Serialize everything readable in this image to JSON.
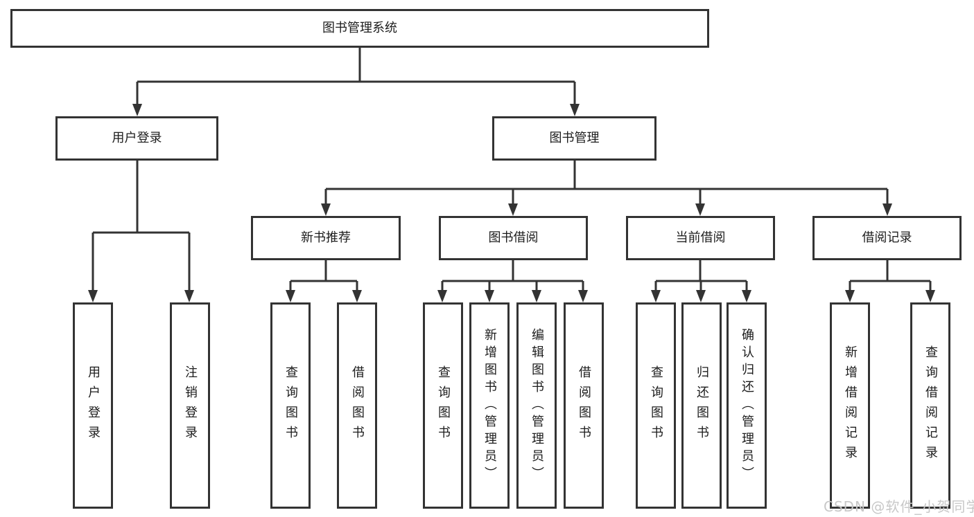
{
  "tree": {
    "root": {
      "label": "图书管理系统",
      "children": [
        {
          "label": "用户登录",
          "children": [
            {
              "label": "用户登录"
            },
            {
              "label": "注销登录"
            }
          ]
        },
        {
          "label": "图书管理",
          "children": [
            {
              "label": "新书推荐",
              "children": [
                {
                  "label": "查询图书"
                },
                {
                  "label": "借阅图书"
                }
              ]
            },
            {
              "label": "图书借阅",
              "children": [
                {
                  "label": "查询图书"
                },
                {
                  "label": "新增图书（管理员）"
                },
                {
                  "label": "编辑图书（管理员）"
                },
                {
                  "label": "借阅图书"
                }
              ]
            },
            {
              "label": "当前借阅",
              "children": [
                {
                  "label": "查询图书"
                },
                {
                  "label": "归还图书"
                },
                {
                  "label": "确认归还（管理员）"
                }
              ]
            },
            {
              "label": "借阅记录",
              "children": [
                {
                  "label": "新增借阅记录"
                },
                {
                  "label": "查询借阅记录"
                }
              ]
            }
          ]
        }
      ]
    }
  },
  "watermark": "CSDN @软件_小贺同学",
  "colors": {
    "line": "#333333",
    "text": "#1c1c1c",
    "watermark": "#c8c8c8",
    "background": "#ffffff"
  }
}
